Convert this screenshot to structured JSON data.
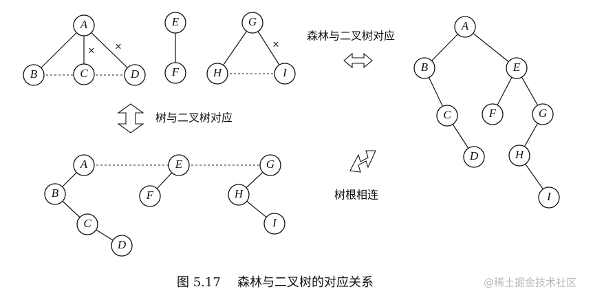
{
  "diagram": {
    "annotations": {
      "forest_to_binary": "森林与二叉树对应",
      "tree_to_binary": "树与二叉树对应",
      "tree_roots_connect": "树根相连"
    },
    "caption": {
      "figure": "图 5.17",
      "title": "森林与二叉树的对应关系"
    },
    "watermark": "@稀土掘金技术社区",
    "cut_mark": "×",
    "forest": {
      "nodes": [
        "A",
        "B",
        "C",
        "D",
        "E",
        "F",
        "G",
        "H",
        "I"
      ]
    },
    "first_child_sibling": {
      "nodes": [
        "A",
        "E",
        "G",
        "B",
        "C",
        "D",
        "F",
        "H",
        "I"
      ]
    },
    "binary_tree": {
      "nodes": [
        "A",
        "B",
        "C",
        "D",
        "E",
        "F",
        "G",
        "H",
        "I"
      ]
    },
    "icons": {
      "horizontal": "double-headed-arrow-icon",
      "vertical": "vertical-double-arrow-icon",
      "diagonal": "diagonal-double-arrow-icon"
    }
  }
}
